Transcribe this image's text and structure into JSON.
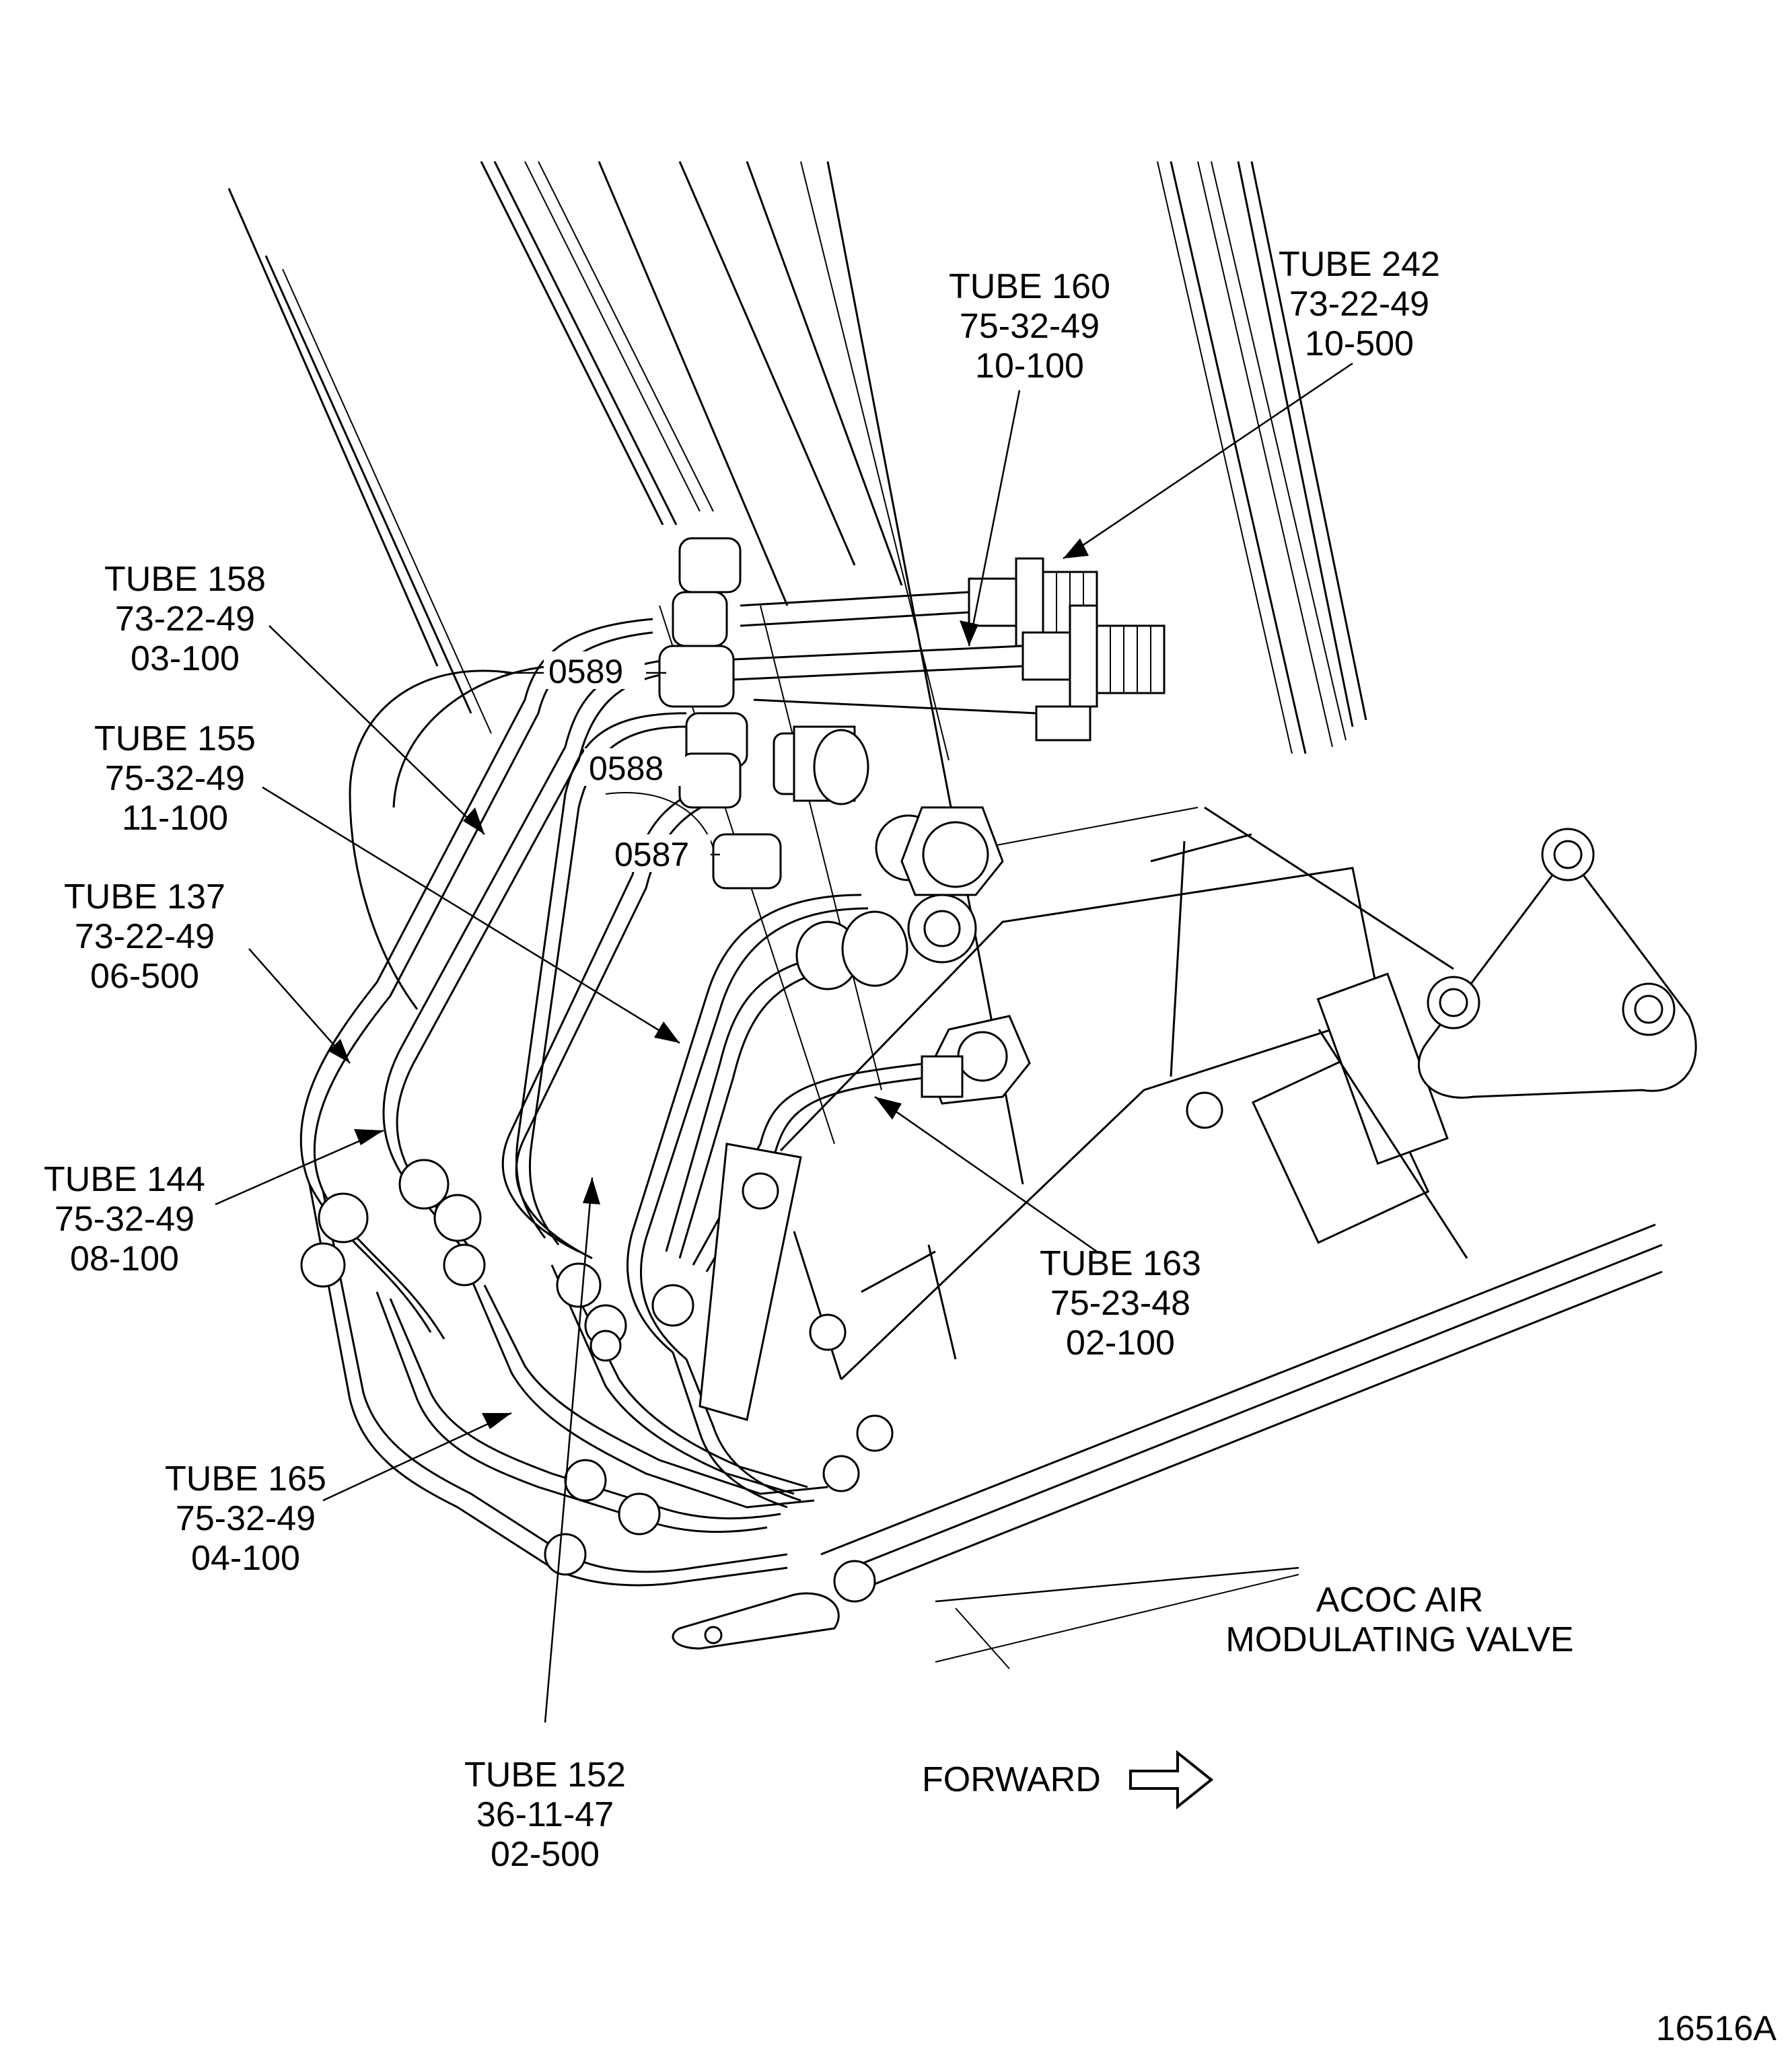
{
  "callouts": [
    {
      "id": "tube-160",
      "lines": [
        "TUBE 160",
        "75-32-49",
        "10-100"
      ]
    },
    {
      "id": "tube-242",
      "lines": [
        "TUBE 242",
        "73-22-49",
        "10-500"
      ]
    },
    {
      "id": "tube-158",
      "lines": [
        "TUBE 158",
        "73-22-49",
        "03-100"
      ]
    },
    {
      "id": "tube-155",
      "lines": [
        "TUBE 155",
        "75-32-49",
        "11-100"
      ]
    },
    {
      "id": "tube-137",
      "lines": [
        "TUBE 137",
        "73-22-49",
        "06-500"
      ]
    },
    {
      "id": "tube-144",
      "lines": [
        "TUBE 144",
        "75-32-49",
        "08-100"
      ]
    },
    {
      "id": "tube-165",
      "lines": [
        "TUBE 165",
        "75-32-49",
        "04-100"
      ]
    },
    {
      "id": "tube-152",
      "lines": [
        "TUBE 152",
        "36-11-47",
        "02-500"
      ]
    },
    {
      "id": "tube-163",
      "lines": [
        "TUBE 163",
        "75-23-48",
        "02-100"
      ]
    }
  ],
  "item_numbers": [
    "0589",
    "0588",
    "0587"
  ],
  "valve_label": [
    "ACOC AIR",
    "MODULATING VALVE"
  ],
  "forward_label": "FORWARD",
  "figure_number": "16516A"
}
